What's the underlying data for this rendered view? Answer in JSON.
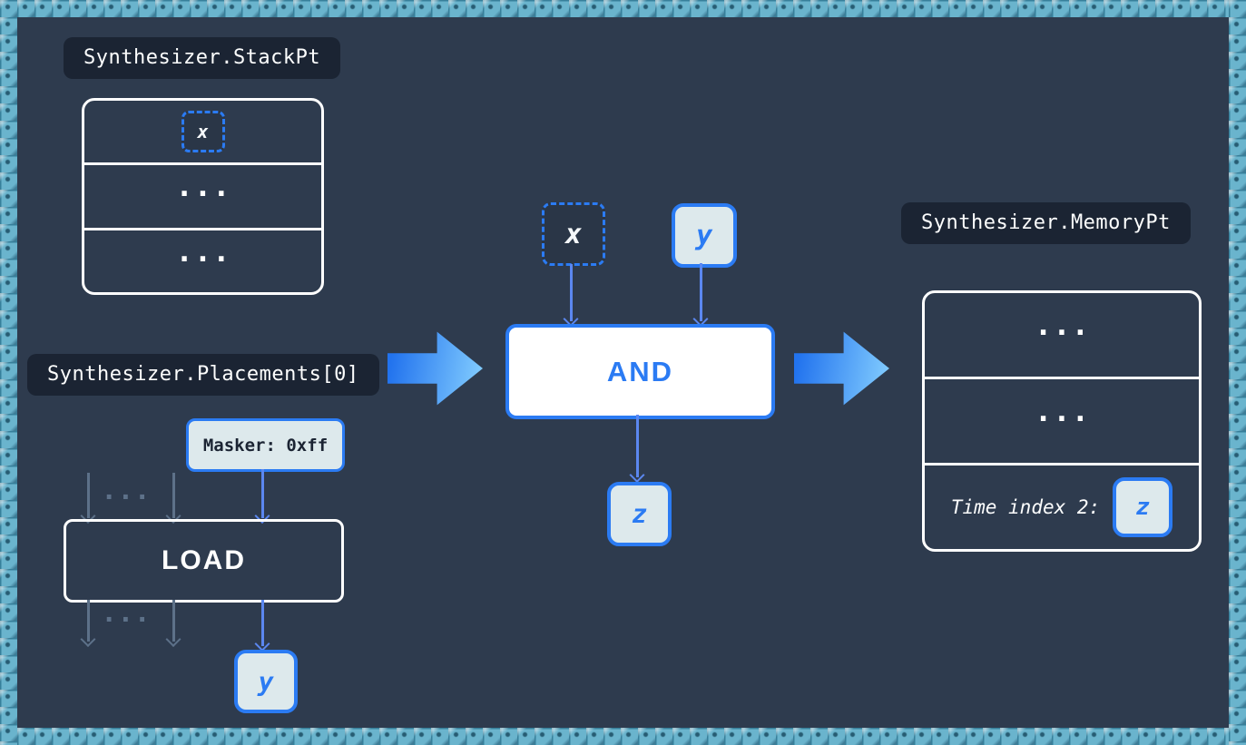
{
  "colors": {
    "background": "#2e3b4e",
    "label_bg": "#1b2433",
    "accent": "#2b7bf3",
    "chip_fill": "#dde9ec",
    "box_stroke": "#ffffff",
    "thin_arrow_blue": "#5b87f0",
    "thin_arrow_gray": "#5d7189",
    "big_arrow_gradient_start": "#2273ee",
    "big_arrow_gradient_end": "#7ec9fe",
    "border_tile": "#6ab4cd"
  },
  "stack": {
    "title": "Synthesizer.StackPt",
    "row1_var": "x",
    "row2_ellipsis": "...",
    "row3_ellipsis": "..."
  },
  "placements": {
    "title": "Synthesizer.Placements[0]",
    "masker_label": "Masker: 0xff",
    "load_label": "LOAD",
    "top_ellipsis": "...",
    "bottom_ellipsis": "...",
    "output_var": "y"
  },
  "gate": {
    "label": "AND",
    "input_left_var": "x",
    "input_right_var": "y",
    "output_var": "z"
  },
  "memory": {
    "title": "Synthesizer.MemoryPt",
    "row1_ellipsis": "...",
    "row2_ellipsis": "...",
    "row3_label": "Time index 2:",
    "row3_var": "z"
  }
}
